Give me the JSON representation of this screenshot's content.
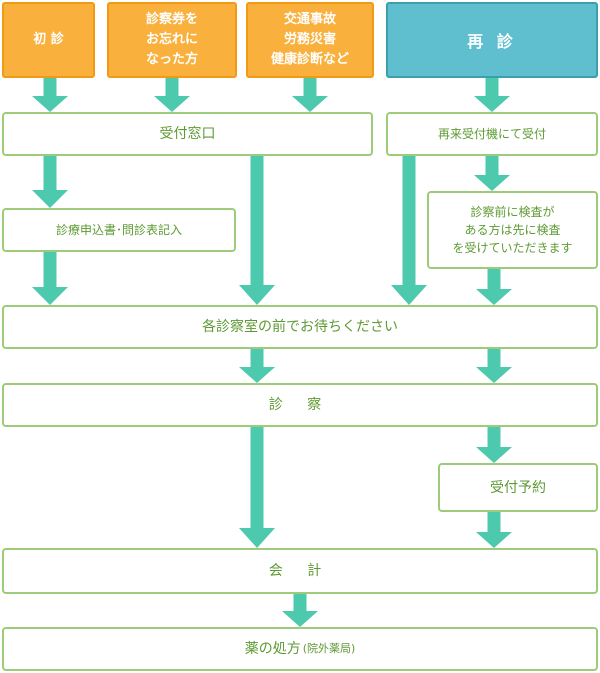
{
  "colors": {
    "start_orange_fill": "#f9b03c",
    "start_orange_border": "#f39a14",
    "start_teal_fill": "#5fbfcf",
    "start_teal_border": "#3c9fae",
    "step_border": "#9ccb7a",
    "step_text": "#5e9a33",
    "arrow": "#4dc9ae"
  },
  "start": {
    "first_visit": "初 診",
    "forgot_card": "診察券を\nお忘れに\nなった方",
    "insurance": "交通事故\n労務災害\n健康診断など",
    "return_visit": "再 診"
  },
  "steps": {
    "reception": "受付窓口",
    "return_kiosk": "再来受付機にて受付",
    "forms": "診療申込書･問診表記入",
    "pre_exam": "診察前に検査が\nある方は先に検査\nを受けていただきます",
    "waiting": "各診察室の前でお待ちください",
    "exam": "診 察",
    "reservation": "受付予約",
    "payment": "会 計",
    "prescription": "薬の処方",
    "prescription_note": "(院外薬局)"
  }
}
